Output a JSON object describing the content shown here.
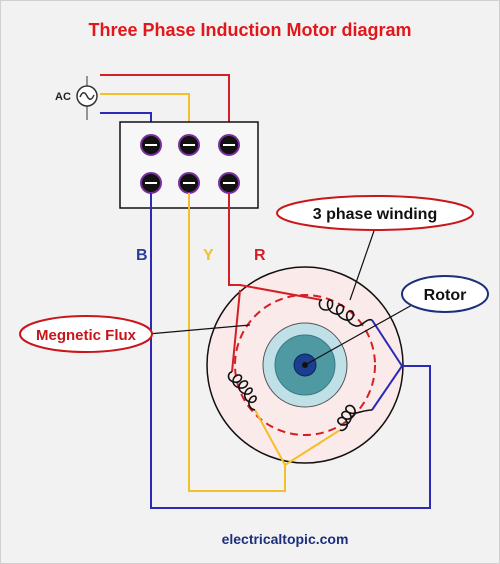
{
  "title": "Three Phase Induction Motor diagram",
  "source_label": "AC",
  "phase_labels": {
    "b": "B",
    "y": "Y",
    "r": "R"
  },
  "callouts": {
    "winding": "3 phase winding",
    "rotor": "Rotor",
    "flux": "Megnetic Flux"
  },
  "footer": "electricaltopic.com",
  "colors": {
    "title": "#e2161b",
    "red_wire": "#d41f26",
    "yellow_wire": "#f3bf2b",
    "blue_wire": "#2b2bb8",
    "stator": "#fbeaea",
    "rotor_outer": "#bfe0e6",
    "rotor_inner": "#4f99a3",
    "shaft": "#1b3e8f",
    "terminal_ring": "#7a2f9e",
    "label_b": "#2b3b9a",
    "label_y": "#f3bf2b",
    "label_r": "#d41f26"
  }
}
